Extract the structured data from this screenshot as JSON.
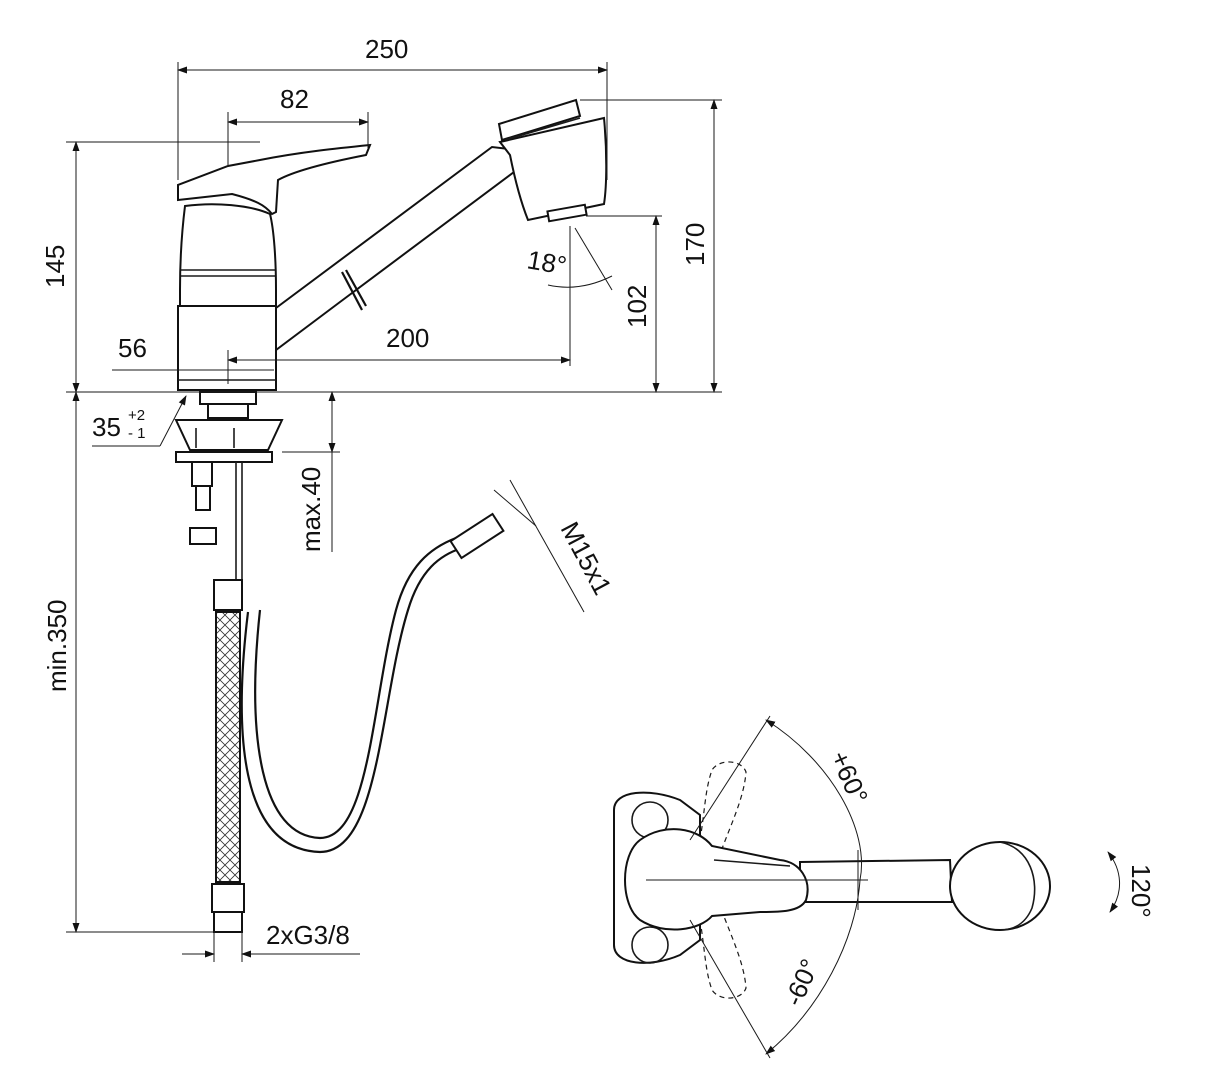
{
  "dimensions": {
    "overall_width": "250",
    "lever_width": "82",
    "body_height": "145",
    "total_height": "170",
    "spout_height": "102",
    "spout_reach": "200",
    "base_diameter": "56",
    "hole_diameter": "35",
    "hole_tol_plus": "+2",
    "hole_tol_minus": "- 1",
    "spray_angle": "18°",
    "deck_thickness": "max.40",
    "hose_length": "min.350",
    "hose_thread": "M15x1",
    "connection": "2xG3/8",
    "lever_rotation_plus": "+60°",
    "lever_rotation_minus": "-60°",
    "spout_rotation": "120°"
  }
}
